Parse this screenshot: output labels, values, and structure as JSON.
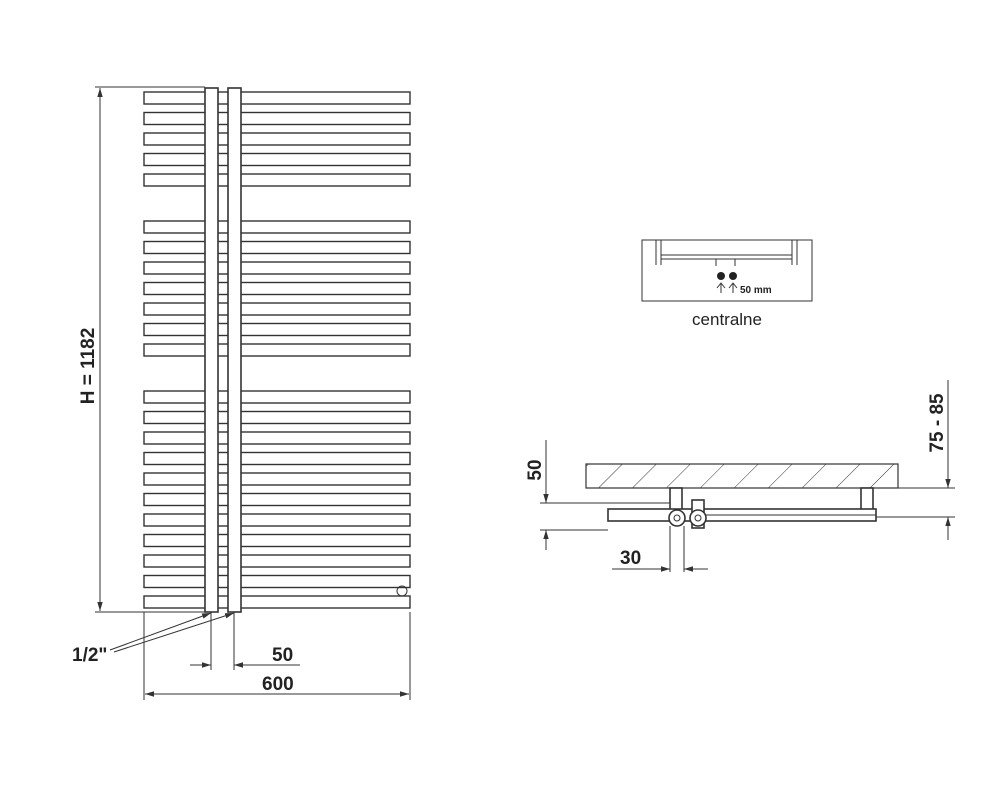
{
  "front_view": {
    "height_label": "H = 1182",
    "width_label": "600",
    "spacing_label": "50",
    "connection_label": "1/2\"",
    "bar_groups": [
      5,
      7,
      11
    ]
  },
  "connection_box": {
    "spacing_text": "50 mm",
    "caption": "centralne"
  },
  "side_view": {
    "wall_distance_label": "75 - 85",
    "pipe_height_label": "50",
    "offset_label": "30"
  }
}
